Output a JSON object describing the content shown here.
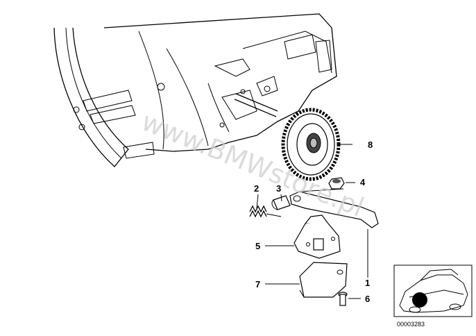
{
  "watermark": "www.BMWstore.pl",
  "reference_code": "00003283",
  "callouts": [
    {
      "id": "1",
      "label": "1"
    },
    {
      "id": "2",
      "label": "2"
    },
    {
      "id": "3",
      "label": "3"
    },
    {
      "id": "4",
      "label": "4"
    },
    {
      "id": "5",
      "label": "5"
    },
    {
      "id": "6",
      "label": "6"
    },
    {
      "id": "7",
      "label": "7"
    },
    {
      "id": "8",
      "label": "8"
    }
  ]
}
